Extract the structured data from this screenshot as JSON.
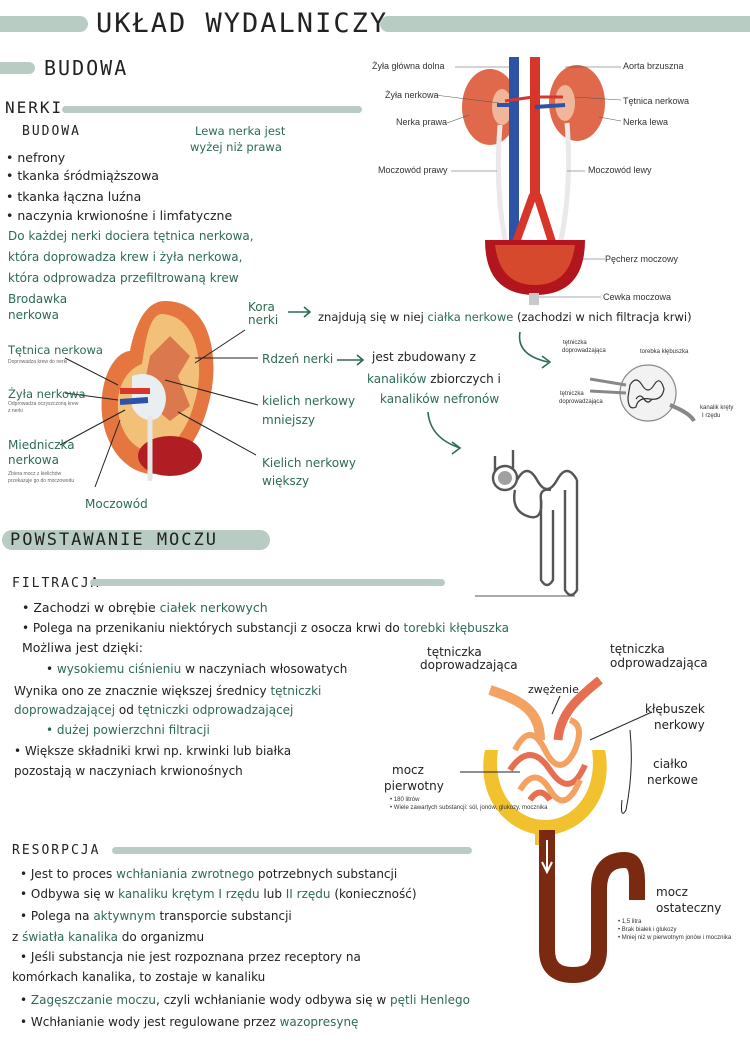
{
  "title": "UKŁAD WYDALNICZY",
  "sections": {
    "budowa": "BUDOWA",
    "nerki": "NERKI",
    "nerki_budowa": "BUDOWA",
    "powstawanie": "POWSTAWANIE MOCZU",
    "filtracja": "FILTRACJA",
    "resorpcja": "RESORPCJA"
  },
  "nerki": {
    "side_note": [
      "Lewa nerka jest",
      "wyżej niż prawa"
    ],
    "list": [
      "nefrony",
      "tkanka śródmiąższowa",
      "tkanka łączna luźna",
      "naczynia krwionośne i limfatyczne"
    ],
    "paragraph": [
      "Do każdej nerki dociera tętnica nerkowa,",
      "która doprowadza krew i żyła nerkowa,",
      "która odprowadza przefiltrowaną krew"
    ]
  },
  "anatomy_labels": {
    "zyla_glowna": "Żyła główna dolna",
    "aorta": "Aorta brzuszna",
    "zyla_nerkowa": "Żyła nerkowa",
    "tetnica_nerkowa": "Tętnica nerkowa",
    "nerka_prawa": "Nerka prawa",
    "nerka_lewa": "Nerka lewa",
    "moczowod_prawy": "Moczowód prawy",
    "moczowod_lewy": "Moczowód lewy",
    "pecherz": "Pęcherz moczowy",
    "cewka": "Cewka moczowa"
  },
  "kidney_section": {
    "brodawka": [
      "Brodawka",
      "nerkowa"
    ],
    "kora": [
      "Kora",
      "nerki"
    ],
    "rdzen": "Rdzeń nerki",
    "tetnica": "Tętnica nerkowa",
    "zyla": "Żyła nerkowa",
    "miedniczka": [
      "Miedniczka",
      "nerkowa"
    ],
    "moczowod": "Moczowód",
    "kielich_mniejszy": [
      "kielich nerkowy",
      "mniejszy"
    ],
    "kielich_wiekszy": [
      "Kielich nerkowy",
      "większy"
    ],
    "kora_note": "znajdują się w niej ciałka nerkowe (zachodzi w nich filtracja krwi)",
    "rdzen_note": [
      "jest zbudowany z",
      "kanalików zbiorczych i",
      "kanalików nefronów"
    ]
  },
  "corpuscle_labels": {
    "doprowadzajaca": [
      "tętniczka",
      "doprowadzająca"
    ],
    "torebka": "torebka kłębuszka",
    "doprowadzajaca2": [
      "tętniczka",
      "doprowadzająca"
    ],
    "kanalik": [
      "kanalik kręty",
      "I rzędu"
    ]
  },
  "filtracja": {
    "items": [
      "Zachodzi w obrębie ciałek nerkowych",
      "Polega na przenikaniu niektórych substancji z osocza krwi do torebki kłębuszka",
      "Możliwa jest dzięki:"
    ],
    "sub": [
      "wysokiemu ciśnieniu w naczyniach włosowatych"
    ],
    "wynika": [
      "Wynika ono ze znacznie większej średnicy tętniczki",
      "doprowadzającej od tętniczki odprowadzającej"
    ],
    "sub2": [
      "dużej powierzchni filtracji"
    ],
    "last": [
      "Większe składniki krwi np. krwinki lub białka",
      "pozostają w naczyniach krwionośnych"
    ]
  },
  "glomerulus_labels": {
    "doprow": [
      "tętniczka",
      "doprowadzająca"
    ],
    "odprow": [
      "tętniczka",
      "odprowadzająca"
    ],
    "zwezenie": "zwężenie",
    "klebuszek": [
      "kłębuszek",
      "nerkowy"
    ],
    "cialko": [
      "ciałko",
      "nerkowe"
    ],
    "mocz_pierwotny": [
      "mocz",
      "pierwotny"
    ],
    "pierwotny_bullets": [
      "180 litrów",
      "Wiele zawartych substancji: sól, jonów, glukozy, mocznika"
    ],
    "mocz_ostateczny": [
      "mocz",
      "ostateczny"
    ],
    "ostateczny_bullets": [
      "1,5 litra",
      "Brak białek i glukozy",
      "Mniej niż w pierwotnym jonów i mocznika"
    ]
  },
  "resorpcja": {
    "items": [
      "Jest to proces wchłaniania zwrotnego potrzebnych substancji",
      "Odbywa się w kanaliku krętym I rzędu lub II rzędu (konieczność)",
      "Polega na aktywnym transporcie substancji",
      "z światła kanalika do organizmu",
      "Jeśli substancja nie jest rozpoznana przez receptory na",
      "komórkach kanalika, to zostaje w kanaliku",
      "Zagęszczanie moczu, czyli wchłanianie wody odbywa się w pętli Henlego",
      "Wchłanianie wody jest regulowane przez wazopresynę"
    ]
  },
  "colors": {
    "accent_bar": "#b9ccc4",
    "green_ink": "#2e6b52",
    "artery": "#d8362b",
    "vein": "#2d53a6",
    "capsule": "#f2c12e"
  }
}
